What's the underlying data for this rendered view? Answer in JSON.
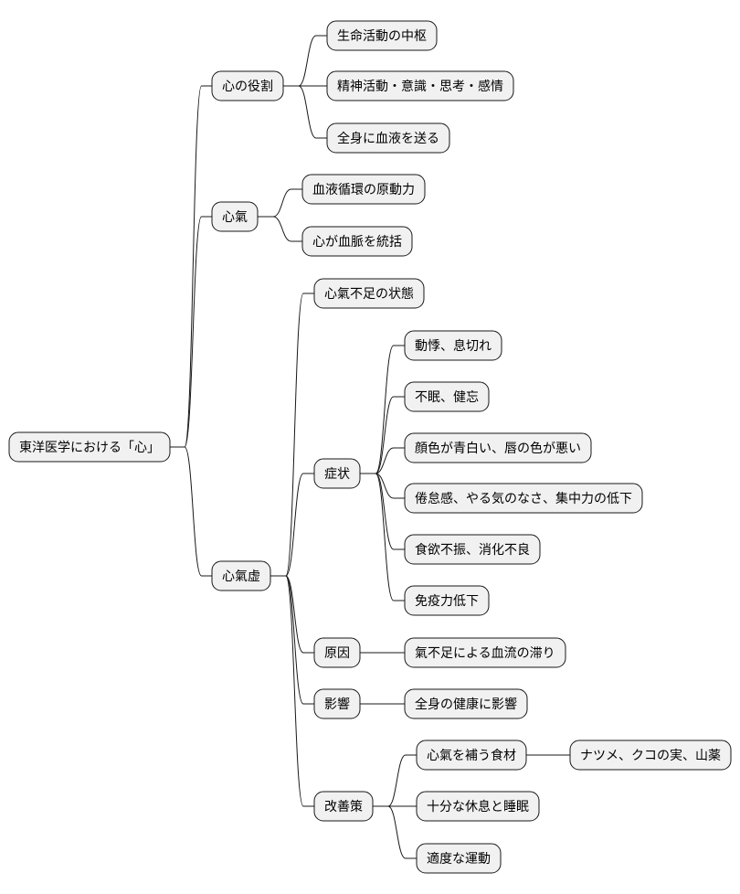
{
  "colors": {
    "node_fill": "#f1f1f1",
    "node_stroke": "#181818",
    "edge": "#181818",
    "text": "#000000"
  },
  "mindmap": {
    "root": {
      "id": "root",
      "label": "東洋医学における「心」",
      "children": [
        {
          "id": "role",
          "label": "心の役割",
          "children": [
            {
              "id": "role-1",
              "label": "生命活動の中枢"
            },
            {
              "id": "role-2",
              "label": "精神活動・意識・思考・感情"
            },
            {
              "id": "role-3",
              "label": "全身に血液を送る"
            }
          ]
        },
        {
          "id": "shinki",
          "label": "心氣",
          "children": [
            {
              "id": "shinki-1",
              "label": "血液循環の原動力"
            },
            {
              "id": "shinki-2",
              "label": "心が血脈を統括"
            }
          ]
        },
        {
          "id": "kyo",
          "label": "心氣虚",
          "children": [
            {
              "id": "kyo-state",
              "label": "心氣不足の状態"
            },
            {
              "id": "kyo-symptoms",
              "label": "症状",
              "children": [
                {
                  "id": "sym-1",
                  "label": "動悸、息切れ"
                },
                {
                  "id": "sym-2",
                  "label": "不眠、健忘"
                },
                {
                  "id": "sym-3",
                  "label": "顔色が青白い、唇の色が悪い"
                },
                {
                  "id": "sym-4",
                  "label": "倦怠感、やる気のなさ、集中力の低下"
                },
                {
                  "id": "sym-5",
                  "label": "食欲不振、消化不良"
                },
                {
                  "id": "sym-6",
                  "label": "免疫力低下"
                }
              ]
            },
            {
              "id": "kyo-cause",
              "label": "原因",
              "children": [
                {
                  "id": "cause-1",
                  "label": "氣不足による血流の滞り"
                }
              ]
            },
            {
              "id": "kyo-effect",
              "label": "影響",
              "children": [
                {
                  "id": "effect-1",
                  "label": "全身の健康に影響"
                }
              ]
            },
            {
              "id": "kyo-remedy",
              "label": "改善策",
              "children": [
                {
                  "id": "remedy-1",
                  "label": "心氣を補う食材",
                  "children": [
                    {
                      "id": "food-1",
                      "label": "ナツメ、クコの実、山薬"
                    }
                  ]
                },
                {
                  "id": "remedy-2",
                  "label": "十分な休息と睡眠"
                },
                {
                  "id": "remedy-3",
                  "label": "適度な運動"
                }
              ]
            }
          ]
        }
      ]
    }
  }
}
